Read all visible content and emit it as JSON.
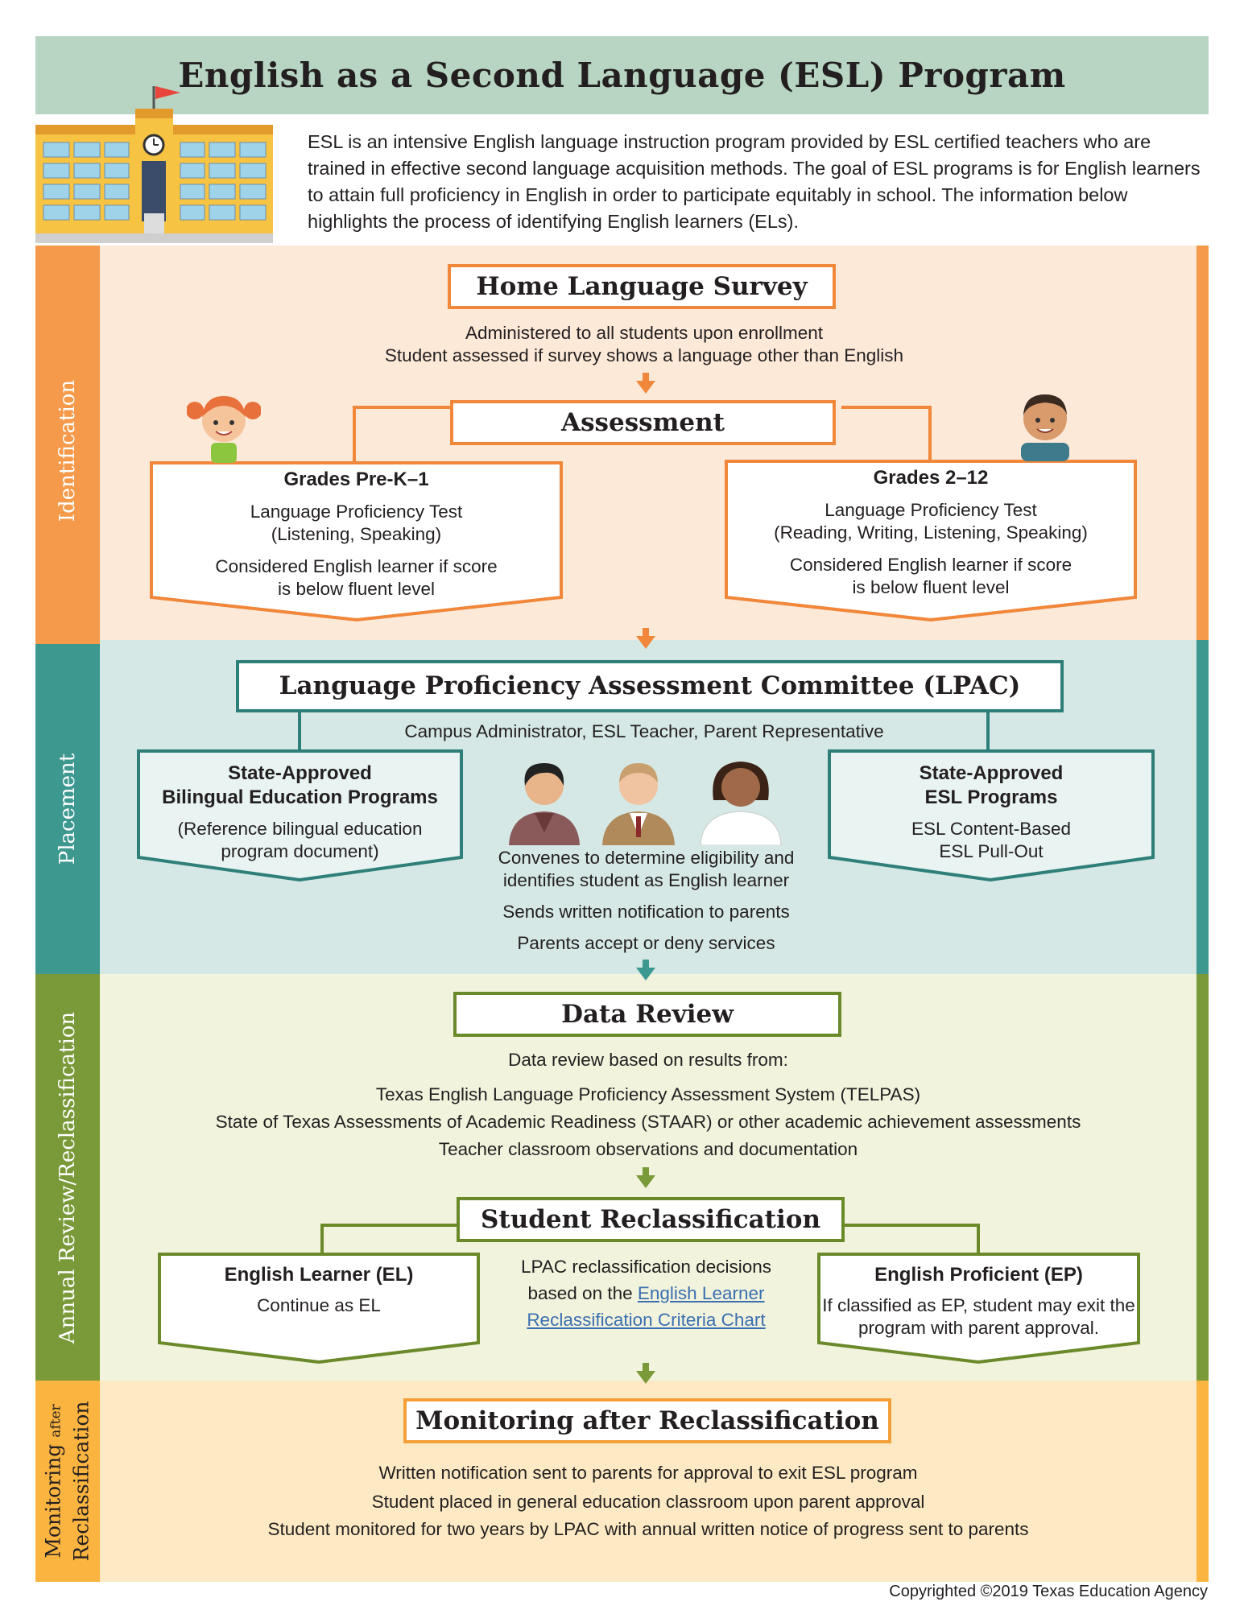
{
  "title": "English as a Second Language (ESL) Program",
  "intro": "ESL is an intensive English language instruction program provided by ESL certified teachers who are trained in effective second language acquisition methods. The goal of ESL programs is for English learners to attain full proficiency in English in order to participate equitably in school. The information below highlights the process of identifying English learners (ELs).",
  "colors": {
    "identification": "#f49a4a",
    "placement": "#3d9890",
    "review": "#7a9a3a",
    "monitoring": "#fbb43f"
  },
  "sections": {
    "identification": "Identification",
    "placement": "Placement",
    "review": "Annual Review/Reclassification",
    "monitoring_main": "Monitoring",
    "monitoring_small": "after",
    "monitoring_line2": "Reclassification"
  },
  "home_survey": {
    "title": "Home Language Survey",
    "lines": [
      "Administered to all students upon enrollment",
      "Student assessed if survey shows a language other than English"
    ]
  },
  "assessment": {
    "title": "Assessment",
    "left": {
      "heading": "Grades Pre-K–1",
      "test": "Language Proficiency Test",
      "skills": "(Listening, Speaking)",
      "note1": "Considered English learner if score",
      "note2": "is below fluent level"
    },
    "right": {
      "heading": "Grades 2–12",
      "test": "Language Proficiency Test",
      "skills": "(Reading, Writing, Listening, Speaking)",
      "note1": "Considered English learner if score",
      "note2": "is below fluent level"
    }
  },
  "lpac": {
    "title": "Language Proficiency Assessment Committee (LPAC)",
    "members": "Campus Administrator, ESL Teacher, Parent Representative",
    "left": {
      "heading1": "State-Approved",
      "heading2": "Bilingual Education Programs",
      "note1": "(Reference bilingual education",
      "note2": "program document)"
    },
    "right": {
      "heading1": "State-Approved",
      "heading2": "ESL Programs",
      "item1": "ESL Content-Based",
      "item2": "ESL Pull-Out"
    },
    "center": [
      "Convenes to determine eligibility and",
      "identifies student as English learner",
      "Sends written notification to parents",
      "Parents accept or deny services"
    ]
  },
  "data_review": {
    "title": "Data Review",
    "intro": "Data review based on results from:",
    "items": [
      "Texas English Language Proficiency Assessment System (TELPAS)",
      "State of Texas Assessments of Academic Readiness (STAAR) or other academic achievement assessments",
      "Teacher classroom observations and documentation"
    ]
  },
  "reclass": {
    "title": "Student Reclassification",
    "left": {
      "heading": "English Learner (EL)",
      "note": "Continue as EL"
    },
    "center1": "LPAC reclassification decisions",
    "center2": "based on the",
    "link1": "English Learner",
    "link2": "Reclassification Criteria Chart",
    "right": {
      "heading": "English Proficient (EP)",
      "note1": "If classified as EP, student may exit the",
      "note2": "program with parent approval."
    }
  },
  "monitoring": {
    "title": "Monitoring after Reclassification",
    "lines": [
      "Written notification sent to parents for approval to exit ESL program",
      "Student placed in general education classroom upon parent approval",
      "Student monitored for two years by LPAC with annual written notice of progress sent to parents"
    ]
  },
  "copyright": "Copyrighted ©2019  Texas Education Agency"
}
